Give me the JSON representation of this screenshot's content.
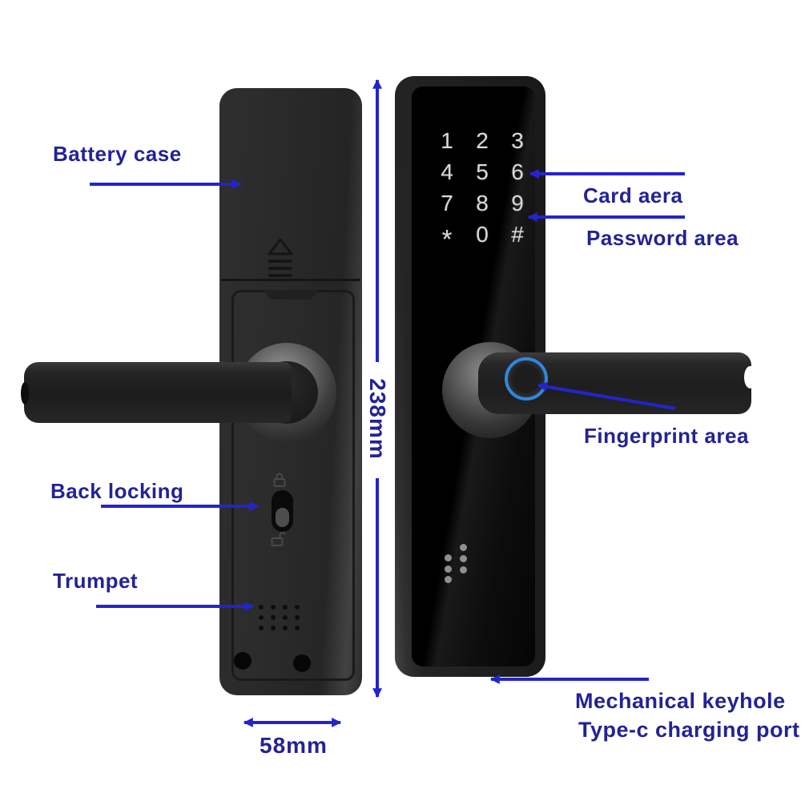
{
  "labels": {
    "battery_case": "Battery case",
    "card_area": "Card aera",
    "password_area": "Password area",
    "fingerprint_area": "Fingerprint area",
    "back_locking": "Back locking",
    "trumpet": "Trumpet",
    "mechanical_keyhole": "Mechanical keyhole",
    "type_c_charging_port": "Type-c charging port"
  },
  "dimensions": {
    "lock_height": "238mm",
    "lock_width": "58mm"
  },
  "keypad": {
    "keys": [
      "1",
      "2",
      "3",
      "4",
      "5",
      "6",
      "7",
      "8",
      "9",
      "*",
      "0",
      "#"
    ]
  },
  "colors": {
    "label_text": "#232394",
    "arrow_blue": "#2424cc",
    "fingerprint_ring": "#3186de",
    "keypad_digits": "#d9d9d9"
  },
  "icons": {
    "battery_eject": "eject-icon",
    "locked": "lock-icon",
    "unlocked": "unlock-icon"
  }
}
